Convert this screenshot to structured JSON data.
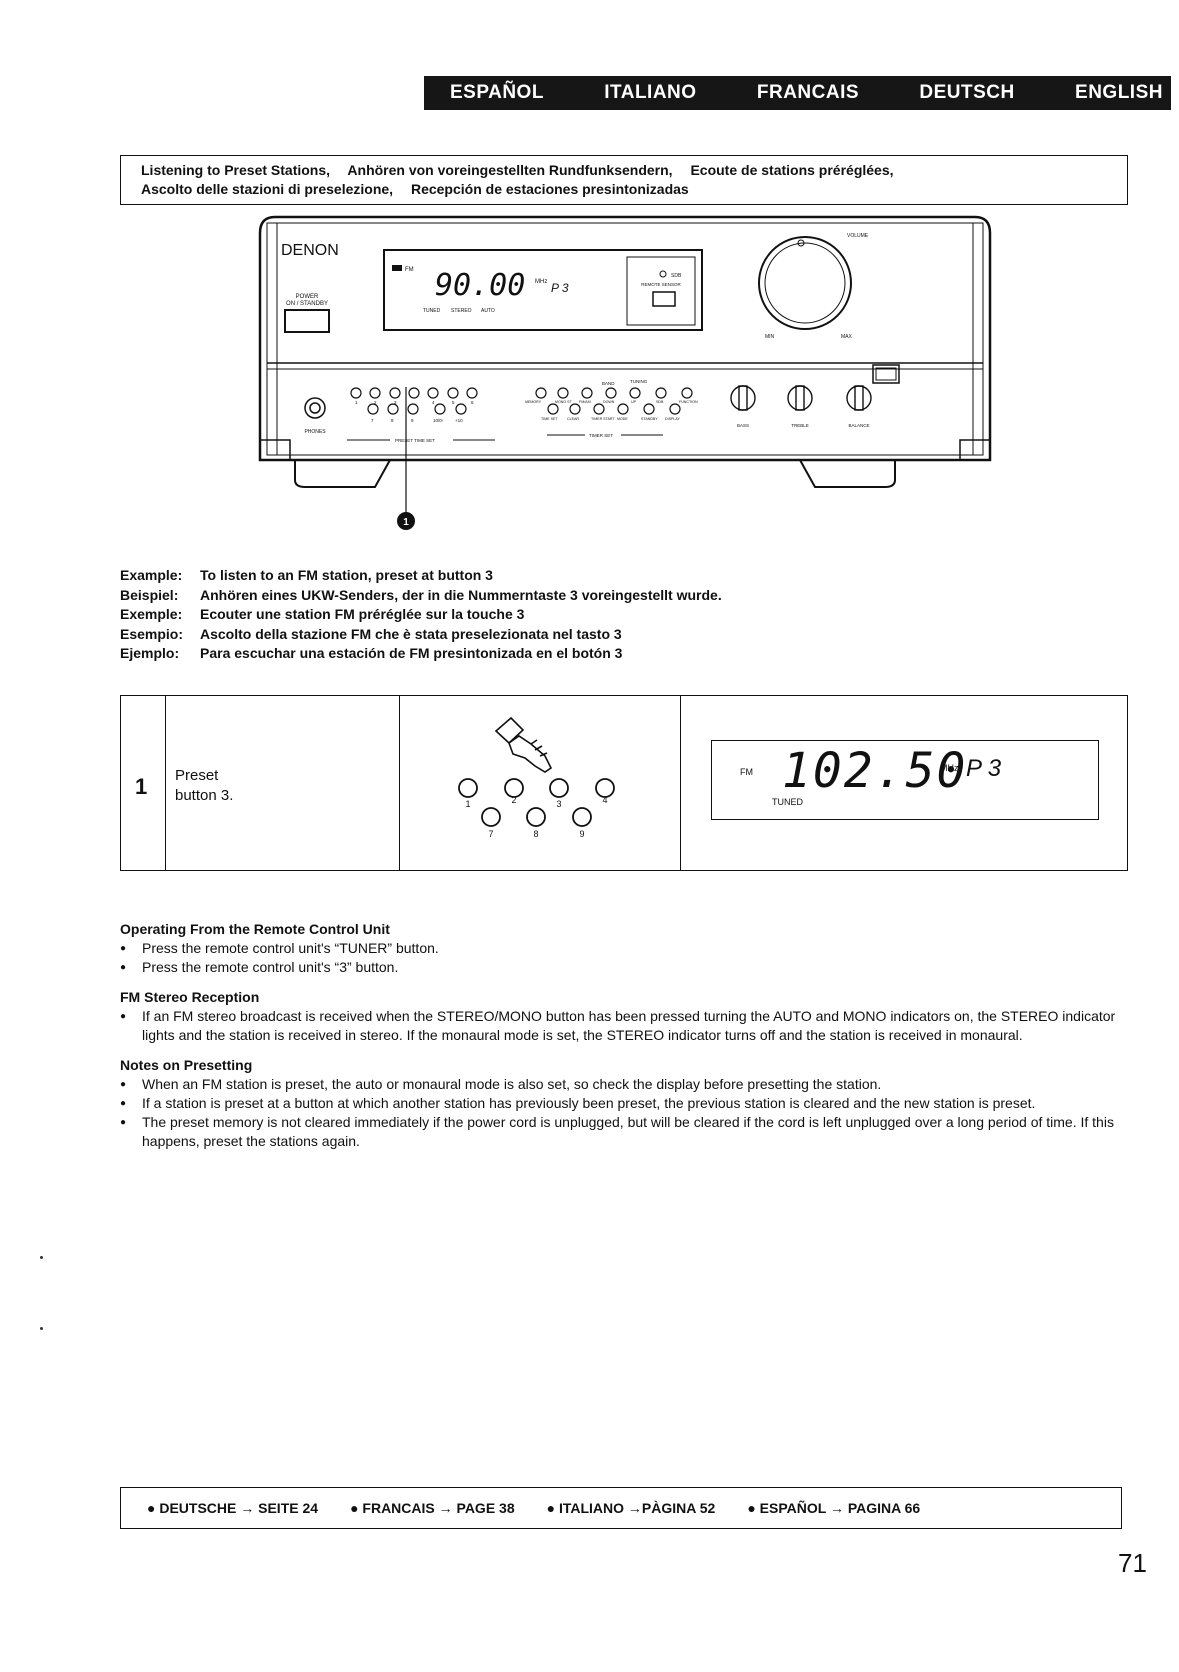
{
  "languages": [
    "ESPAÑOL",
    "ITALIANO",
    "FRANCAIS",
    "DEUTSCH",
    "ENGLISH"
  ],
  "title": {
    "line1": [
      "Listening to Preset Stations,",
      "Anhören von voreingestellten Rundfunksendern,",
      "Ecoute de stations préréglées,"
    ],
    "line2": [
      "Ascolto delle stazioni di preselezione,",
      "Recepción de estaciones presintonizadas"
    ]
  },
  "receiver": {
    "brand": "DENON",
    "power_label_1": "POWER",
    "power_label_2": "ON / STANDBY",
    "display_freq": "90.00",
    "display_fm": "FM",
    "display_mhz": "MHz",
    "display_preset": "P 3",
    "display_indicators": [
      "TUNED",
      "STEREO",
      "AUTO"
    ],
    "sdb": "SDB",
    "remote_sensor": "REMOTE SENSOR",
    "volume": "VOLUME",
    "min": "MIN",
    "max": "MAX",
    "phones": "PHONES",
    "preset_numbers_top": [
      "1",
      "2",
      "3",
      "4",
      "5",
      "6"
    ],
    "preset_numbers_bottom": [
      "7",
      "8",
      "9",
      "10/0↑",
      "+10"
    ],
    "preset_label": "PRESET  TIME SET",
    "band": "BAND",
    "tuning": "TUNING",
    "func_top": [
      "MEMORY",
      "MONO ST",
      "FM/AM",
      "DOWN",
      "UP",
      "SDB",
      "FUNCTION"
    ],
    "func_bottom": [
      "TIME SET",
      "CLEAR",
      "TIMER START",
      "MODE",
      "STANDBY",
      "DISPLAY"
    ],
    "timer_set": "TIMER SET",
    "knobs": [
      "BASS",
      "TREBLE",
      "BALANCE"
    ],
    "callout": "1"
  },
  "examples": [
    {
      "label": "Example:",
      "text": "To listen to an FM station, preset at button 3"
    },
    {
      "label": "Beispiel:",
      "text": "Anhören eines UKW-Senders, der in die Nummerntaste 3 voreingestellt wurde."
    },
    {
      "label": "Exemple:",
      "text": "Ecouter une station FM préréglée sur la touche 3"
    },
    {
      "label": "Esempio:",
      "text": "Ascolto della stazione FM che è stata preselezionata nel tasto 3"
    },
    {
      "label": "Ejemplo:",
      "text": "Para escuchar una estación de FM presintonizada en el botón 3"
    }
  ],
  "step": {
    "number": "1",
    "line1": "Preset",
    "line2": "button 3.",
    "buttons_top": [
      "1",
      "2",
      "3",
      "4"
    ],
    "buttons_bottom": [
      "7",
      "8",
      "9"
    ],
    "display": {
      "fm": "FM",
      "freq": "102.50",
      "mhz": "MHz",
      "preset": "P 3",
      "tuned": "TUNED"
    }
  },
  "notes": [
    {
      "heading": "Operating From the Remote Control Unit",
      "items": [
        "Press the remote control unit's “TUNER” button.",
        "Press the remote control unit's “3” button."
      ]
    },
    {
      "heading": "FM Stereo Reception",
      "items": [
        "If an FM stereo broadcast is received when the STEREO/MONO button has been pressed turning the AUTO and MONO indicators on, the STEREO indicator lights and the station is received in stereo. If the monaural mode is set, the STEREO indicator turns off and the station is received in monaural."
      ]
    },
    {
      "heading": "Notes on Presetting",
      "items": [
        "When an FM station is preset, the auto or monaural mode is also set, so check the display before presetting the station.",
        "If a station is preset at a button at which another station has previously been preset, the previous station is cleared and the new station is preset.",
        "The preset memory is not cleared immediately if the power cord is unplugged, but will be cleared if the cord is left unplugged over a long period of time. If this happens, preset the stations again."
      ]
    }
  ],
  "footer": [
    "● DEUTSCHE → SEITE 24",
    "● FRANCAIS → PAGE 38",
    "● ITALIANO →PÀGINA 52",
    "● ESPAÑOL → PAGINA 66"
  ],
  "page_number": "71"
}
